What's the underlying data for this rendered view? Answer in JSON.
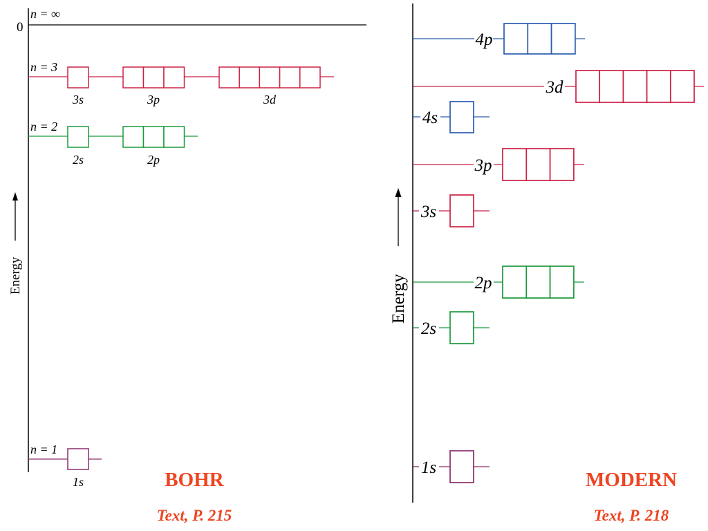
{
  "colors": {
    "axis": "#000000",
    "n1": "#8b2d6b",
    "n2": "#1a9a3a",
    "n3": "#cc2244",
    "n4": "#2a5db0",
    "caption": "#ee4422"
  },
  "bohr": {
    "zero_label": "0",
    "axis_label": "Energy",
    "levels": [
      {
        "n_label": "n = ∞",
        "color_key": "axis",
        "subshells": []
      },
      {
        "n_label": "n = 3",
        "color_key": "n3",
        "subshells": [
          {
            "label": "3s",
            "boxes": 1
          },
          {
            "label": "3p",
            "boxes": 3
          },
          {
            "label": "3d",
            "boxes": 5
          }
        ]
      },
      {
        "n_label": "n = 2",
        "color_key": "n2",
        "subshells": [
          {
            "label": "2s",
            "boxes": 1
          },
          {
            "label": "2p",
            "boxes": 3
          }
        ]
      },
      {
        "n_label": "n = 1",
        "color_key": "n1",
        "subshells": [
          {
            "label": "1s",
            "boxes": 1
          }
        ]
      }
    ],
    "title": "BOHR",
    "reference": "Text, P. 215"
  },
  "modern": {
    "axis_label": "Energy",
    "orbitals": [
      {
        "label": "4p",
        "boxes": 3,
        "color_key": "n4"
      },
      {
        "label": "3d",
        "boxes": 5,
        "color_key": "n3"
      },
      {
        "label": "4s",
        "boxes": 1,
        "color_key": "n4"
      },
      {
        "label": "3p",
        "boxes": 3,
        "color_key": "n3"
      },
      {
        "label": "3s",
        "boxes": 1,
        "color_key": "n3"
      },
      {
        "label": "2p",
        "boxes": 3,
        "color_key": "n2"
      },
      {
        "label": "2s",
        "boxes": 1,
        "color_key": "n2"
      },
      {
        "label": "1s",
        "boxes": 1,
        "color_key": "n1"
      }
    ],
    "title": "MODERN",
    "reference": "Text, P. 218"
  }
}
